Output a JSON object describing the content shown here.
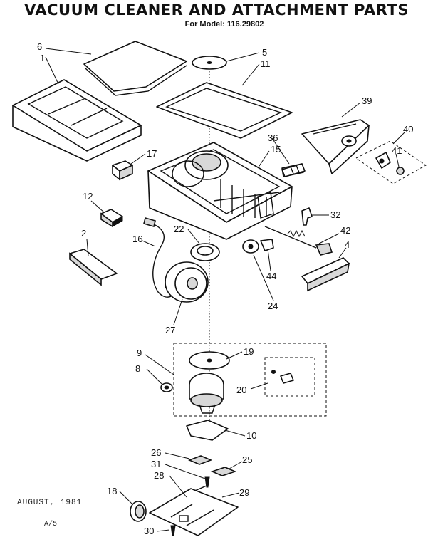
{
  "header": {
    "title": "VACUUM CLEANER AND ATTACHMENT PARTS",
    "model": "For Model: 116.29802"
  },
  "footer": {
    "date": "AUGUST, 1981",
    "sheet": "A/5"
  },
  "callouts": [
    "6",
    "1",
    "5",
    "11",
    "39",
    "40",
    "36",
    "15",
    "41",
    "17",
    "12",
    "32",
    "22",
    "42",
    "2",
    "16",
    "4",
    "44",
    "24",
    "27",
    "9",
    "19",
    "8",
    "20",
    "10",
    "26",
    "25",
    "31",
    "28",
    "18",
    "29",
    "30"
  ]
}
